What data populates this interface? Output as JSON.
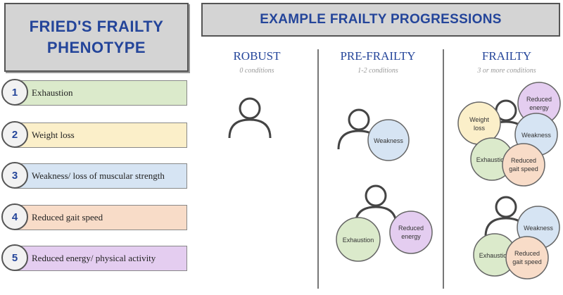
{
  "left_panel": {
    "title_line1": "FRIED'S FRAILTY",
    "title_line2": "PHENOTYPE",
    "criteria": [
      {
        "number": "1",
        "label": "Exhaustion",
        "color": "#dbeacb"
      },
      {
        "number": "2",
        "label": "Weight loss",
        "color": "#fbefc9"
      },
      {
        "number": "3",
        "label": "Weakness/ loss of muscular strength",
        "color": "#d6e4f3"
      },
      {
        "number": "4",
        "label": "Reduced gait speed",
        "color": "#f8dcc8"
      },
      {
        "number": "5",
        "label": "Reduced energy/ physical activity",
        "color": "#e4cdf0"
      }
    ]
  },
  "right_panel": {
    "title": "EXAMPLE FRAILTY PROGRESSIONS",
    "columns": [
      {
        "title": "ROBUST",
        "subtitle": "0 conditions"
      },
      {
        "title": "PRE-FRAILTY",
        "subtitle": "1-2 conditions"
      },
      {
        "title": "FRAILTY",
        "subtitle": "3 or more conditions"
      }
    ],
    "bubbles": {
      "weakness": "Weakness",
      "exhaustion": "Exhaustion",
      "reduced_energy": [
        "Reduced",
        "energy"
      ],
      "weight_loss": [
        "Weight",
        "loss"
      ],
      "reduced_gait": [
        "Reduced",
        "gait speed"
      ]
    },
    "colors": {
      "exhaustion": "#dbeacb",
      "weight_loss": "#fbefc9",
      "weakness": "#d6e4f3",
      "gait": "#f8dcc8",
      "energy": "#e4cdf0"
    }
  }
}
